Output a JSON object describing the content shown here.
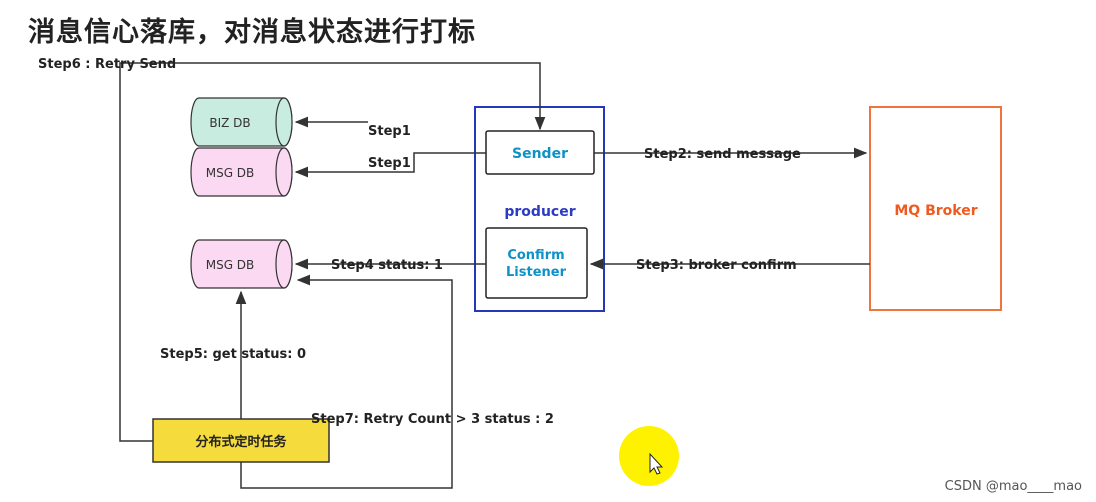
{
  "title": "消息信心落库，对消息状态进行打标",
  "databases": {
    "biz_db": "BIZ DB",
    "msg_db_top": "MSG DB",
    "msg_db_bottom": "MSG DB"
  },
  "producer": {
    "label": "producer",
    "sender": "Sender",
    "confirm_listener_line1": "Confirm",
    "confirm_listener_line2": "Listener"
  },
  "broker": {
    "label": "MQ Broker"
  },
  "scheduler": {
    "label": "分布式定时任务"
  },
  "steps": {
    "step1_biz": "Step1",
    "step1_msg": "Step1",
    "step2": "Step2:  send message",
    "step3": "Step3:  broker confirm",
    "step4": "Step4 status: 1",
    "step5": "Step5: get status:  0",
    "step6": "Step6 :  Retry Send",
    "step7": "Step7: Retry Count > 3 status : 2"
  },
  "watermark": "CSDN @mao____mao",
  "colors": {
    "biz_db_fill": "#c8ece0",
    "msg_db_fill": "#fbd9f2",
    "producer_border": "#2438b8",
    "producer_text": "#2b3cc4",
    "inner_text": "#0d92c8",
    "broker_border": "#f0743e",
    "broker_text": "#f05a20",
    "scheduler_fill": "#f5dc3c",
    "cursor_highlight": "#fff200"
  }
}
